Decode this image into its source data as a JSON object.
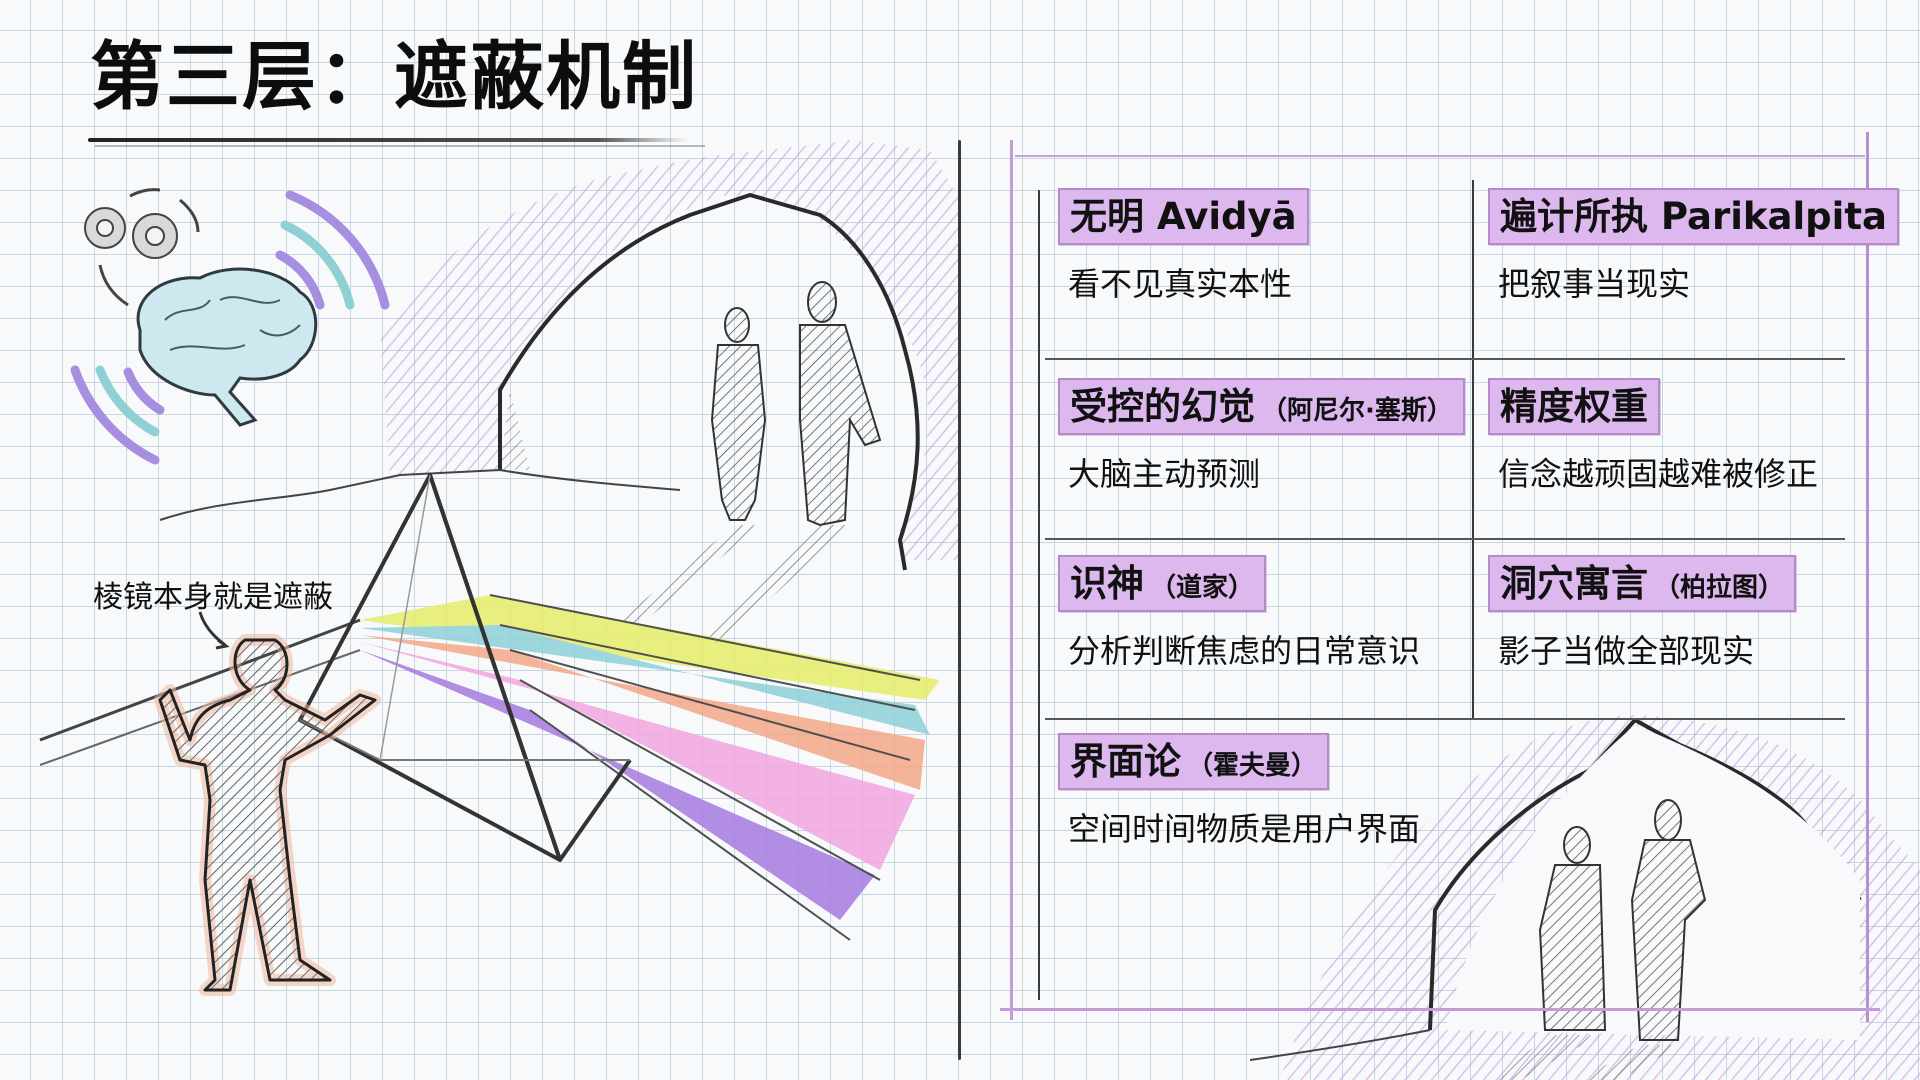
{
  "header": {
    "title": "第三层：遮蔽机制"
  },
  "illustration": {
    "callout_label": "棱镜本身就是遮蔽",
    "elements": [
      "brain-icon",
      "gears-icon",
      "signal-waves-icon",
      "cave",
      "shadow-figures",
      "prism",
      "light-spectrum",
      "observer-figure"
    ],
    "spectrum_colors": [
      "#e6ee6a",
      "#8fd0d8",
      "#f4a889",
      "#f2a6e0",
      "#a77be0"
    ]
  },
  "concepts": {
    "items": [
      {
        "title": "无明 Avidyā",
        "note": "",
        "desc": "看不见真实本性"
      },
      {
        "title": "遍计所执 Parikalpita",
        "note": "",
        "desc": "把叙事当现实"
      },
      {
        "title": "受控的幻觉",
        "note": "（阿尼尔·塞斯）",
        "desc": "大脑主动预测"
      },
      {
        "title": "精度权重",
        "note": "",
        "desc": "信念越顽固越难被修正"
      },
      {
        "title": "识神",
        "note": "（道家）",
        "desc": "分析判断焦虑的日常意识"
      },
      {
        "title": "洞穴寓言",
        "note": "（柏拉图）",
        "desc": "影子当做全部现实"
      },
      {
        "title": "界面论",
        "note": "（霍夫曼）",
        "desc": "空间时间物质是用户界面"
      }
    ]
  },
  "colors": {
    "accent_purple": "#dcb8ee",
    "frame_purple": "#c39bd8",
    "grid_line": "#c9d6e0",
    "ink": "#111111"
  }
}
